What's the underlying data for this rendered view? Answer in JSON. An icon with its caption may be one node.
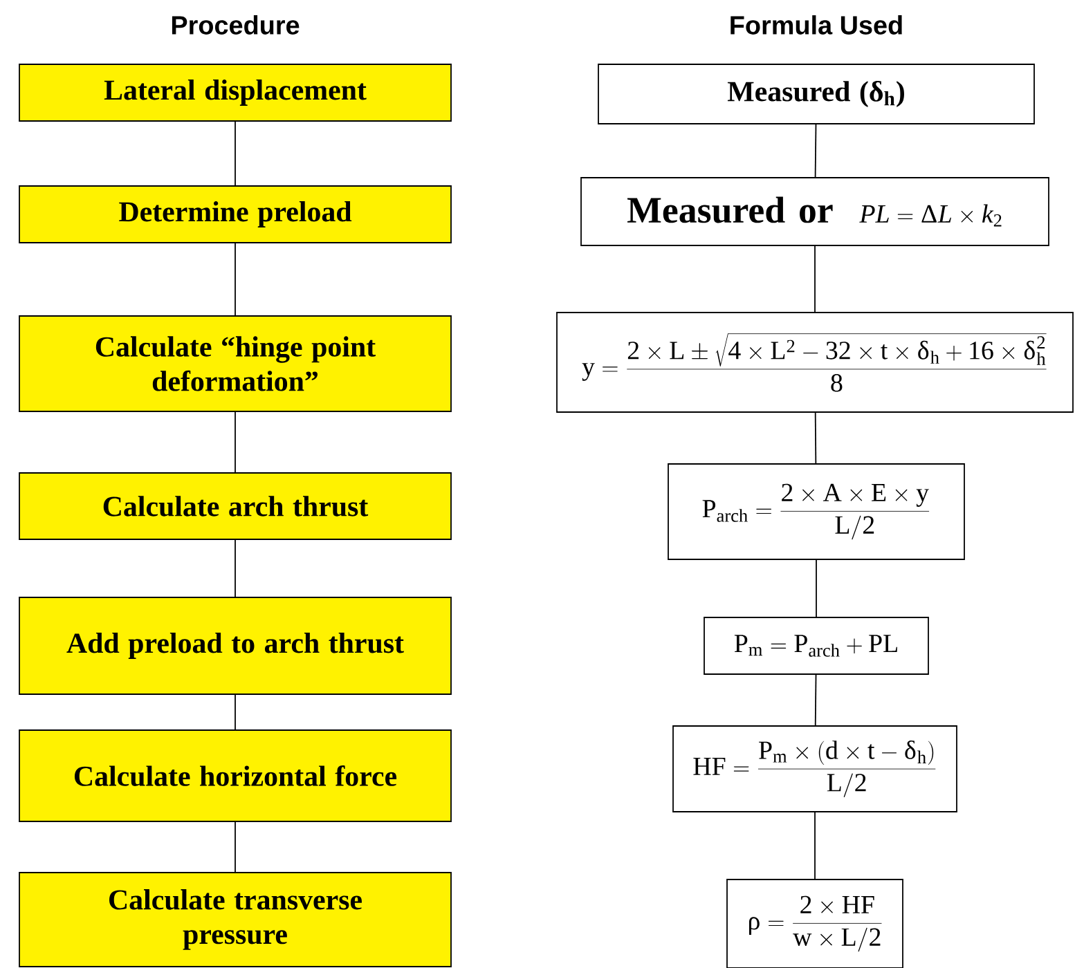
{
  "diagram": {
    "nodes": [
      {
        "text": [
          "Lateral displacement"
        ]
      },
      {
        "text": [
          "Determine preload"
        ]
      },
      {
        "text": [
          "Calculate “hinge point deformation”"
        ]
      },
      {
        "text": [
          "Calculate arch thrust"
        ]
      },
      {
        "text": [
          "Add preload to arch thrust"
        ]
      },
      {
        "text": [
          "Calculate horizontal force"
        ]
      },
      {
        "text": [
          "Calculate transverse pressure"
        ]
      },
      {
        "text": [
          "Measured (δ$_{h}$)"
        ]
      },
      {
        "text": [
          "Measured or",
          "PL = \\Delta L \\times k_{2}"
        ]
      },
      {
        "text": [
          "\\mathrm{y = \\frac{2 \\times L \\pm \\sqrt{4 \\times L^{2} - 32 \\times t \\times \\delta_{h} + 16 \\times \\delta_{h}^{2}}}{8}}"
        ]
      },
      {
        "text": [
          "\\mathrm{P_{arch} = \\frac{2 \\times A \\times E \\times y}{L / 2}}"
        ]
      },
      {
        "text": [
          "\\mathrm{P_{m} = P_{arch} + PL}"
        ]
      },
      {
        "text": [
          "\\mathrm{HF = \\frac{P_{m} \\times \\left(d \\times t - \\delta_{h}\\right)}{L / 2}}"
        ]
      },
      {
        "text": [
          "\\mathrm{\\rho = \\frac{2 \\times HF}{w \\times L / 2}}"
        ]
      }
    ],
    "edges": [
      {
        "from": 0,
        "to": 1,
        "arrow": "none"
      },
      {
        "from": 1,
        "to": 2,
        "arrow": "none"
      },
      {
        "from": 2,
        "to": 3,
        "arrow": "none"
      },
      {
        "from": 3,
        "to": 4,
        "arrow": "none"
      },
      {
        "from": 4,
        "to": 5,
        "arrow": "none"
      },
      {
        "from": 5,
        "to": 6,
        "arrow": "none"
      },
      {
        "from": 7,
        "to": 8,
        "arrow": "none"
      },
      {
        "from": 8,
        "to": 9,
        "arrow": "none"
      },
      {
        "from": 9,
        "to": 10,
        "arrow": "none"
      },
      {
        "from": 10,
        "to": 11,
        "arrow": "none"
      },
      {
        "from": 11,
        "to": 12,
        "arrow": "none"
      },
      {
        "from": 12,
        "to": 13,
        "arrow": "none"
      }
    ],
    "labels": [
      "Procedure",
      "Formula Used"
    ]
  }
}
